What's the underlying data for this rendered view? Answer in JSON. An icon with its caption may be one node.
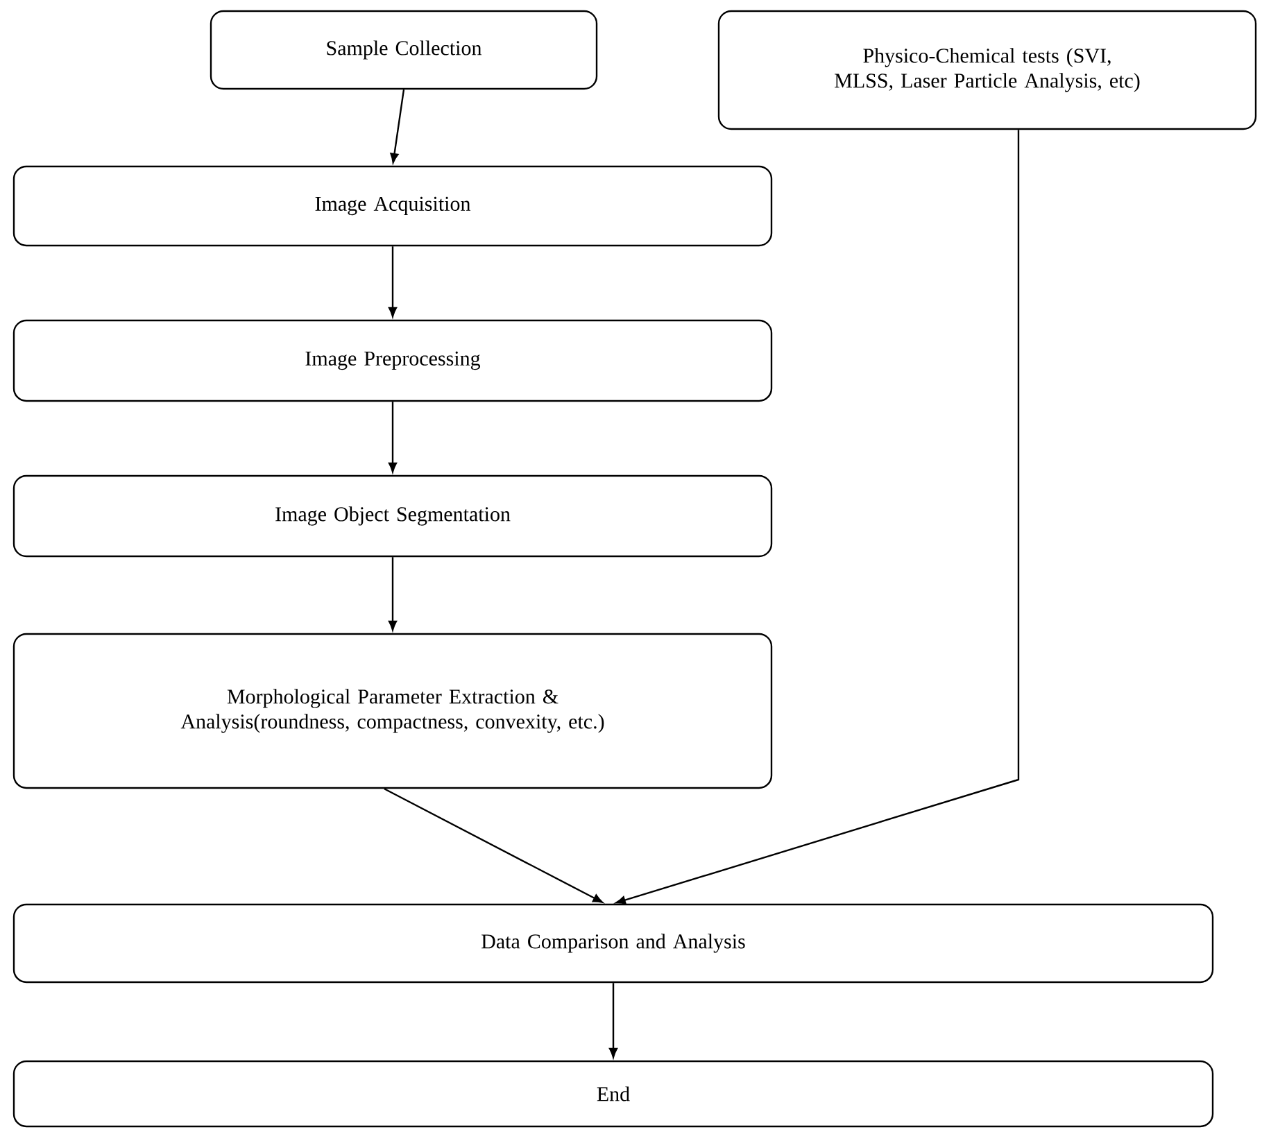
{
  "diagram": {
    "nodes": [
      {
        "text": [
          "Sample Collection"
        ]
      },
      {
        "text": [
          "Physico-Chemical tests (SVI, MLSS, Laser Particle Analysis, etc)"
        ]
      },
      {
        "text": [
          "Image Acquisition"
        ]
      },
      {
        "text": [
          "Image Preprocessing"
        ]
      },
      {
        "text": [
          "Image Object Segmentation"
        ]
      },
      {
        "text": [
          "Morphological Parameter Extraction & Analysis(roundness, compactness, convexity, etc.)"
        ]
      },
      {
        "text": [
          "Data Comparison and Analysis"
        ]
      },
      {
        "text": [
          "End"
        ]
      }
    ],
    "edges": [
      {
        "from": 0,
        "to": 2,
        "arrow": "to"
      },
      {
        "from": 2,
        "to": 3,
        "arrow": "to"
      },
      {
        "from": 3,
        "to": 4,
        "arrow": "to"
      },
      {
        "from": 4,
        "to": 5,
        "arrow": "to"
      },
      {
        "from": 5,
        "to": 6,
        "arrow": "to"
      },
      {
        "from": 1,
        "to": 6,
        "arrow": "to"
      },
      {
        "from": 6,
        "to": 7,
        "arrow": "to"
      }
    ]
  }
}
